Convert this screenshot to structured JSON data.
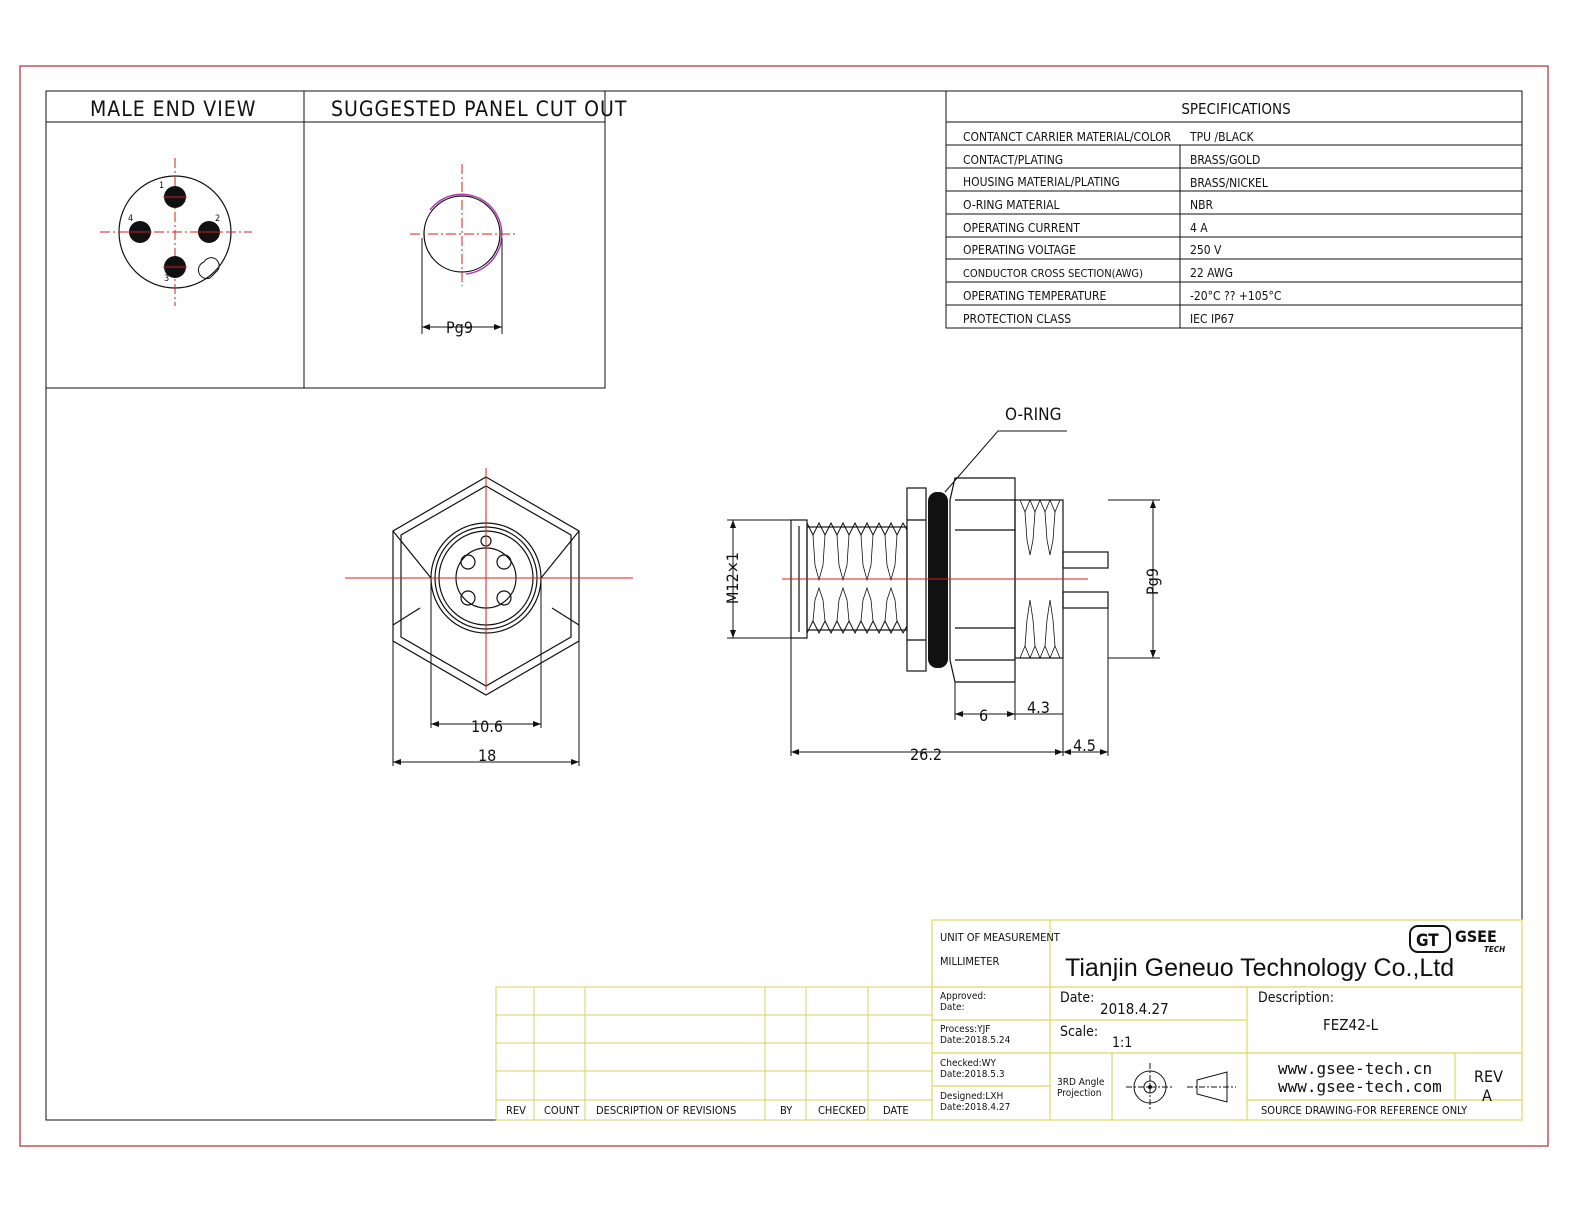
{
  "views": {
    "male_end_view": "MALE END VIEW",
    "suggested_panel_cut_out": "SUGGESTED PANEL CUT OUT",
    "pin_numbers": [
      "1",
      "2",
      "3",
      "4"
    ]
  },
  "specifications": {
    "title": "SPECIFICATIONS",
    "rows": [
      {
        "label": "CONTANCT CARRIER MATERIAL/COLOR",
        "value": "TPU /BLACK"
      },
      {
        "label": "CONTACT/PLATING",
        "value": "BRASS/GOLD"
      },
      {
        "label": "HOUSING MATERIAL/PLATING",
        "value": "BRASS/NICKEL"
      },
      {
        "label": "O-RING  MATERIAL",
        "value": "NBR"
      },
      {
        "label": "OPERATING CURRENT",
        "value": "4 A"
      },
      {
        "label": "OPERATING VOLTAGE",
        "value": "250 V"
      },
      {
        "label": "CONDUCTOR  CROSS  SECTION(AWG)",
        "value": "22 AWG"
      },
      {
        "label": "OPERATING TEMPERATURE",
        "value": "-20°C ?? +105°C"
      },
      {
        "label": "PROTECTION CLASS",
        "value": "IEC   IP67"
      }
    ]
  },
  "dimensions": {
    "pg9_cutout": "Pg9",
    "d_10_6": "10.6",
    "d_18": "18",
    "m12": "M12×1",
    "pg9_side": "Pg9",
    "o_ring": "O-RING",
    "d_6": "6",
    "d_4_3": "4.3",
    "d_26_2": "26.2",
    "d_4_5": "4.5"
  },
  "revisions": {
    "headers": [
      "REV",
      "COUNT",
      "DESCRIPTION  OF  REVISIONS",
      "BY",
      "CHECKED",
      "DATE"
    ]
  },
  "title_block": {
    "unit_label": "UNIT OF MEASUREMENT",
    "unit_value": "MILLIMETER",
    "company": "Tianjin Geneuo Technology Co.,Ltd",
    "logo_gt": "GT",
    "logo_gsee": "GSEE",
    "logo_tech": "TECH",
    "approved_label": "Approved:",
    "approved_date": "Date:",
    "process": "Process:YJF",
    "process_date": "Date:2018.5.24",
    "checked": "Checked:WY",
    "checked_date": "Date:2018.5.3",
    "designed": "Designed:LXH",
    "designed_date": "Date:2018.4.27",
    "date_label": "Date:",
    "date_value": "2018.4.27",
    "scale_label": "Scale:",
    "scale_value": "1:1",
    "projection_1": "3RD Angle",
    "projection_2": "Projection",
    "description_label": "Description:",
    "description_value": "FEZ42-L",
    "website_1": "www.gsee-tech.cn",
    "website_2": "www.gsee-tech.com",
    "source_note": "SOURCE DRAWING-FOR REFERENCE ONLY",
    "rev_label": "REV",
    "rev_value": "A"
  },
  "colors": {
    "frame_red": "#b03030",
    "title_block_yellow": "#e8e060",
    "center_line_red": "#cc2222",
    "magenta": "#b040b0"
  }
}
